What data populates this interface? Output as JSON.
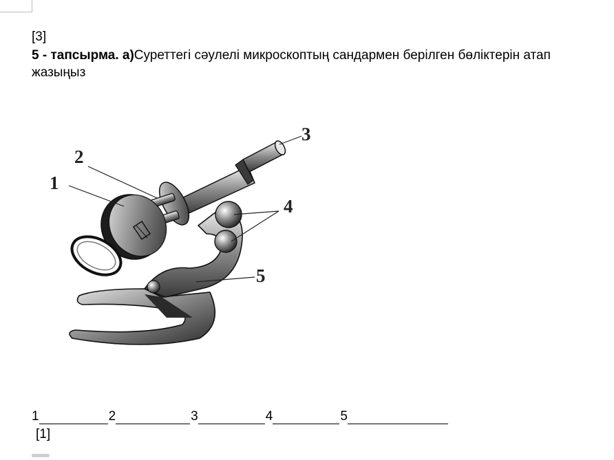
{
  "header": {
    "score_top": "[3]"
  },
  "task": {
    "number_bold": "5 - тапсырма. а)",
    "text": "Суреттегі сәулелі микроскоптың сандармен берілген бөліктерін атап жазыңыз"
  },
  "figure": {
    "labels": [
      "1",
      "2",
      "3",
      "4",
      "5"
    ]
  },
  "answers": {
    "items": [
      "1",
      "2",
      "3",
      "4",
      "5"
    ]
  },
  "footer": {
    "score_bottom": "[1]"
  }
}
